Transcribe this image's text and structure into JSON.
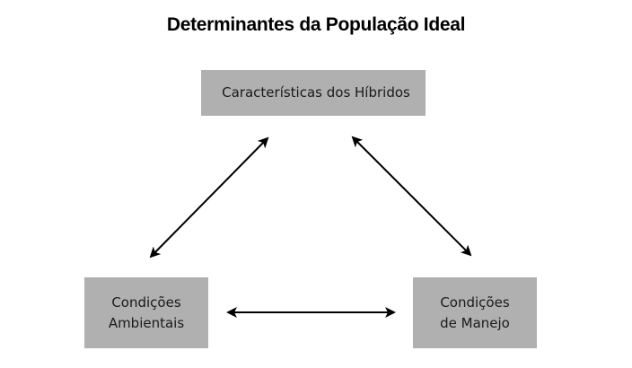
{
  "title": "Determinantes da População Ideal",
  "nodes": {
    "top": {
      "label": "Características dos Híbridos"
    },
    "left": {
      "lines": [
        "Condições",
        "Ambientais"
      ]
    },
    "right": {
      "lines": [
        "Condições",
        "de Manejo"
      ]
    }
  },
  "edges": [
    {
      "from": "top",
      "to": "left",
      "type": "bidirectional"
    },
    {
      "from": "top",
      "to": "right",
      "type": "bidirectional"
    },
    {
      "from": "left",
      "to": "right",
      "type": "bidirectional"
    }
  ],
  "colors": {
    "box_fill": "#b0b0b0",
    "arrow": "#000000",
    "background": "#ffffff"
  }
}
